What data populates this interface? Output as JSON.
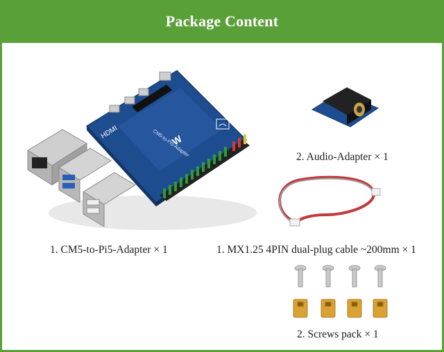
{
  "header": {
    "title": "Package Content"
  },
  "items": {
    "adapter_board": {
      "caption": "1. CM5-to-Pi5-Adapter × 1",
      "silkscreen": "CM5-to-Pi5-Adapter",
      "hdmi_label": "HDMI"
    },
    "audio_adapter": {
      "caption": "2. Audio-Adapter × 1"
    },
    "cable": {
      "caption": "1. MX1.25 4PIN dual-plug cable ~200mm × 1"
    },
    "screws": {
      "caption": "2. Screws pack × 1"
    }
  },
  "colors": {
    "header_bg": "#5aa038",
    "pcb": "#1e4d8f",
    "metal": "#b8b8b8",
    "brass": "#d9a232",
    "cable_red": "#c23b3b"
  },
  "icons": [
    "waveshare-logo-icon",
    "wifi-icon"
  ]
}
